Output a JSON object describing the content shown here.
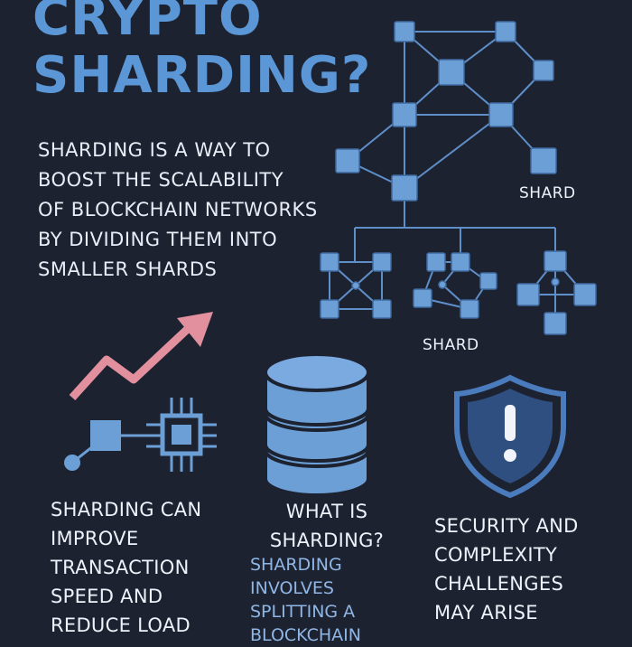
{
  "title": "CRYPTO\nSHARDING?",
  "intro": "SHARDING IS A WAY TO\nBOOST THE SCALABILITY\nOF BLOCKCHAIN NETWORKS\nBY DIVIDING THEM INTO\nSMALLER SHARDS",
  "labels": {
    "shard_top": "SHARD",
    "shard_bottom": "SHARD"
  },
  "footer": {
    "col1": "SHARDING CAN\nIMPROVE\nTRANSACTION\nSPEED AND\nREDUCE LOAD",
    "col2_title": "WHAT IS\nSHARDING?",
    "col2_body": "SHARDING\nINVOLVES\nSPLITTING A\nBLOCKCHAIN",
    "col3": "SECURITY AND\nCOMPLEXITY\nCHALLENGES\nMAY ARISE"
  },
  "icons": [
    "network-icon",
    "trend-arrow-icon",
    "chip-icon",
    "database-icon",
    "shield-alert-icon"
  ],
  "colors": {
    "background": "#1d2231",
    "accent": "#5b97d6",
    "node": "#6c9fd6",
    "arrow": "#e3909e",
    "text": "#eef2fa"
  }
}
